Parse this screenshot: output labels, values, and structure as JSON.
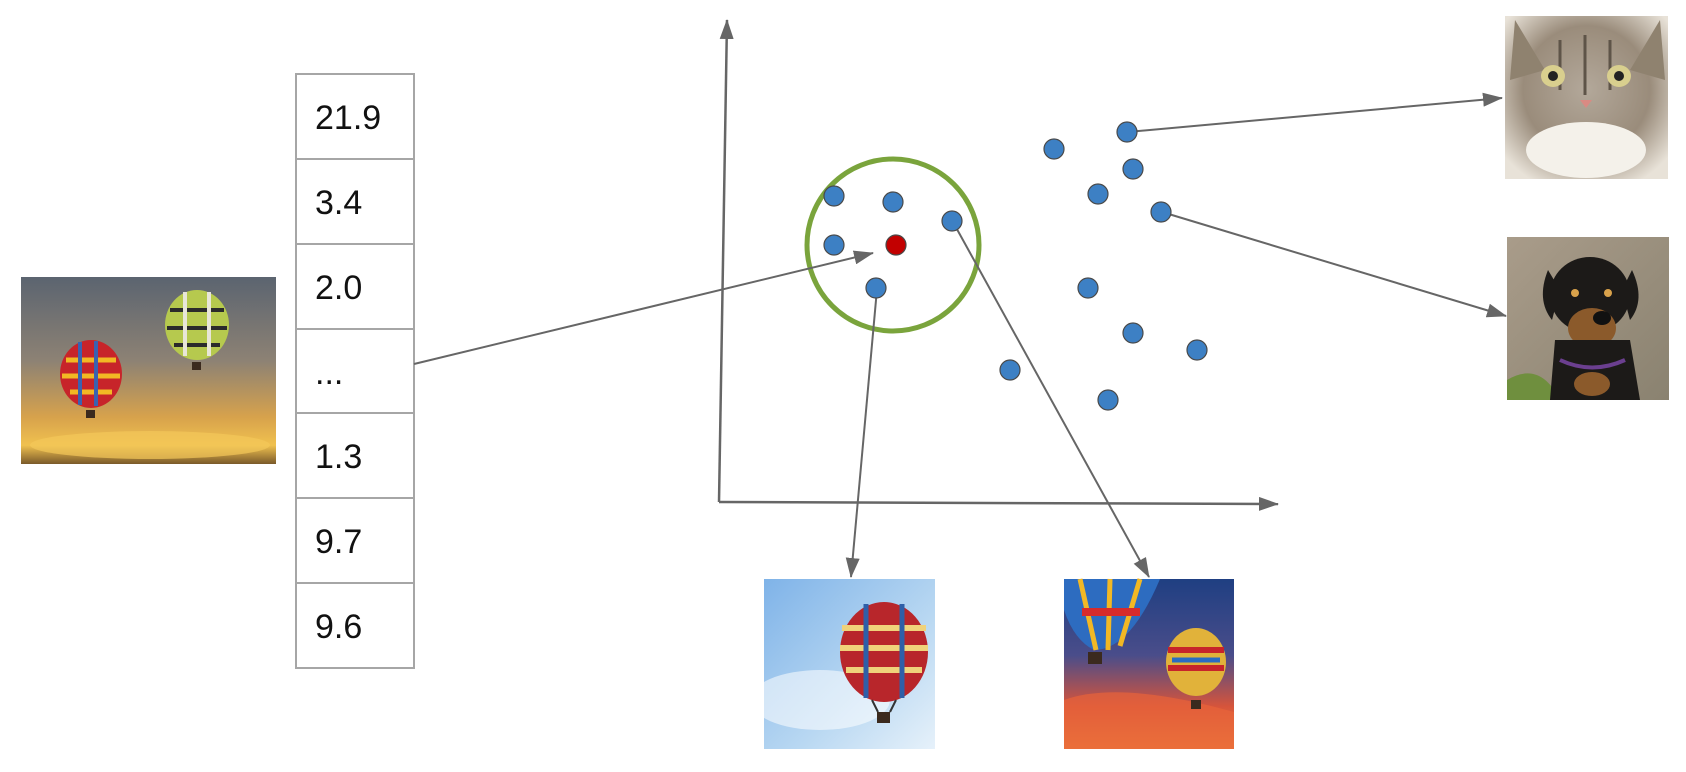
{
  "embedding_vector": {
    "values": [
      "21.9",
      "3.4",
      "2.0",
      "...",
      "1.3",
      "9.7",
      "9.6"
    ]
  },
  "embedding_space": {
    "points_color": "#3d80c4",
    "query_point_color": "#c20000",
    "neighborhood_circle_color": "#7aa43c",
    "arrow_color": "#666666"
  },
  "images": {
    "query": "hot-air-balloons-sunset-photo",
    "neighbor_1": "hot-air-balloon-blue-sky-photo",
    "neighbor_2": "hot-air-balloons-red-sky-photo",
    "far_1": "fluffy-cat-photo",
    "far_2": "rottweiler-dog-photo"
  }
}
